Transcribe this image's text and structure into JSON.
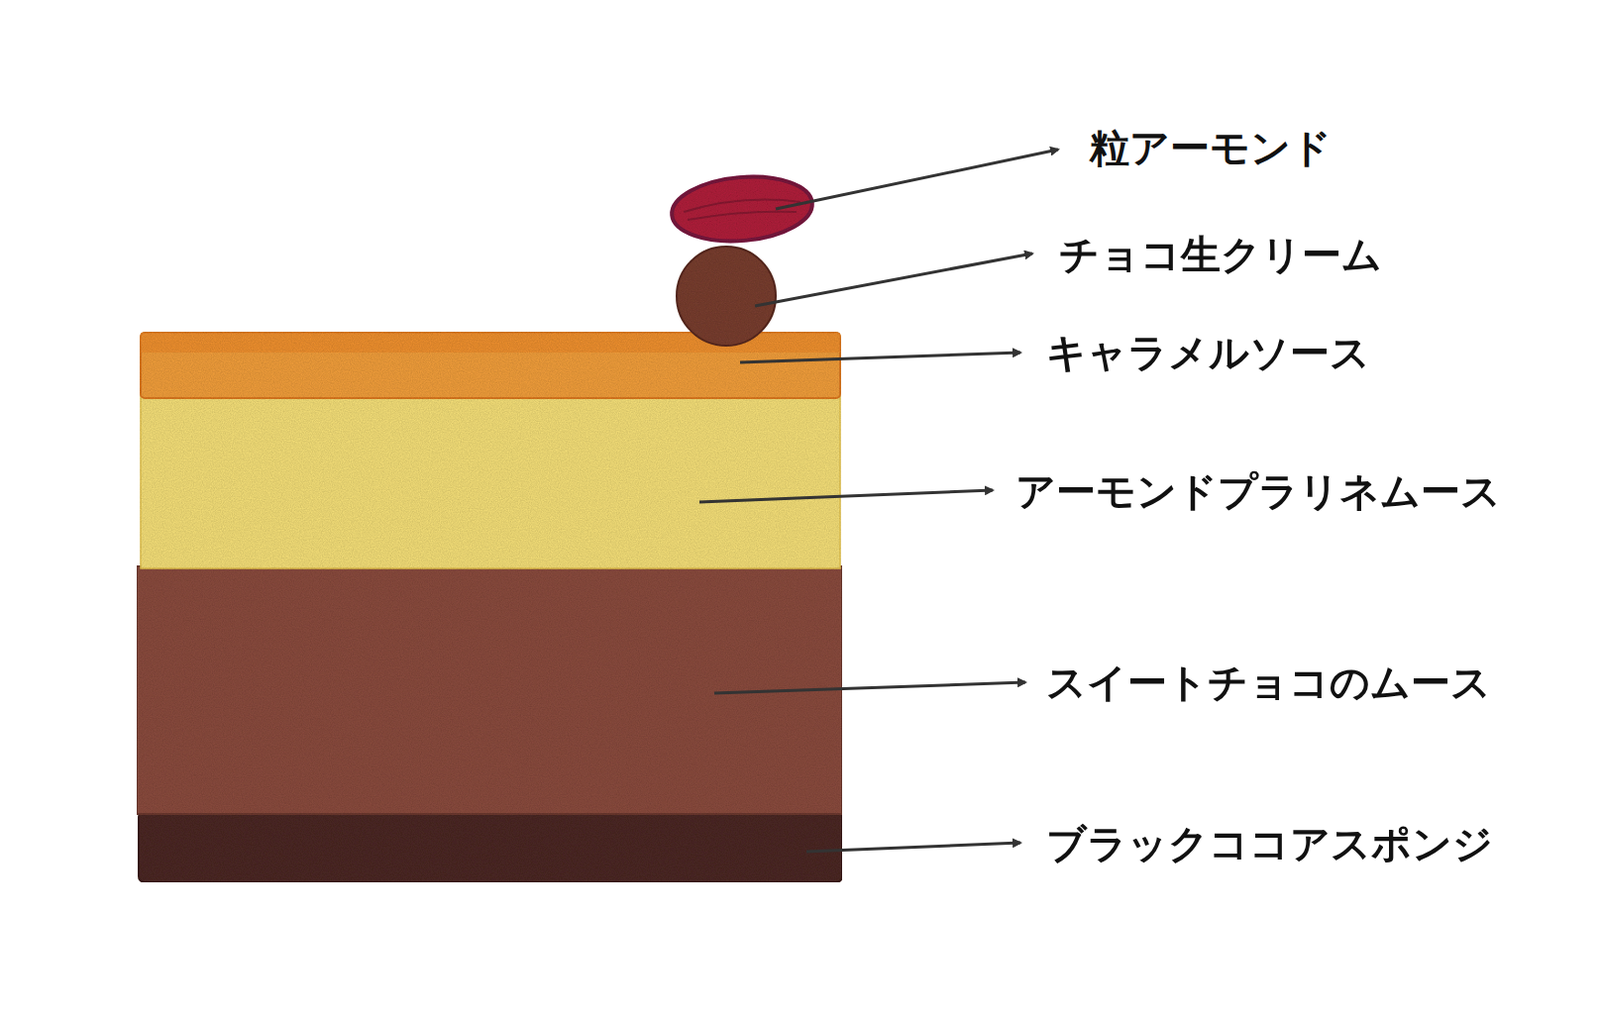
{
  "diagram": {
    "labels": [
      "粒アーモンド",
      "チョコ生クリーム",
      "キャラメルソース",
      "アーモンドプラリネムース",
      "スイートチョコのムース",
      "ブラックココアスポンジ"
    ]
  }
}
